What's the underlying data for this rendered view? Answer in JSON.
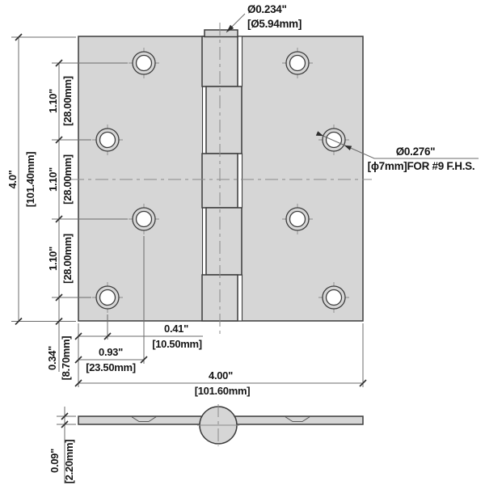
{
  "front_view": {
    "pin_diameter": {
      "inch": "Ø0.234\"",
      "mm": "[Ø5.94mm]"
    },
    "screw_hole_callout": {
      "inch": "Ø0.276\"",
      "mm": "[ϕ7mm]FOR #9 F.H.S."
    },
    "height": {
      "inch": "4.0\"",
      "mm": "[101.40mm]"
    },
    "row_spacing": [
      {
        "inch": "1.10\"",
        "mm": "[28.00mm]"
      },
      {
        "inch": "1.10\"",
        "mm": "[28.00mm]"
      },
      {
        "inch": "1.10\"",
        "mm": "[28.00mm]"
      }
    ],
    "bottom_row_to_edge": {
      "inch": "0.34\"",
      "mm": "[8.70mm]"
    },
    "edge_to_outer_hole": {
      "inch": "0.41\"",
      "mm": "[10.50mm]"
    },
    "edge_to_inner_hole": {
      "inch": "0.93\"",
      "mm": "[23.50mm]"
    },
    "width": {
      "inch": "4.00\"",
      "mm": "[101.60mm]"
    }
  },
  "side_view": {
    "leaf_thickness": {
      "inch": "0.09\"",
      "mm": "[2.20mm]"
    }
  },
  "colors": {
    "background": "#ffffff",
    "plate_fill": "#d6d6d6",
    "outline": "#3c3c3c",
    "dimension_line": "#6b6b6b",
    "text": "#161616"
  }
}
